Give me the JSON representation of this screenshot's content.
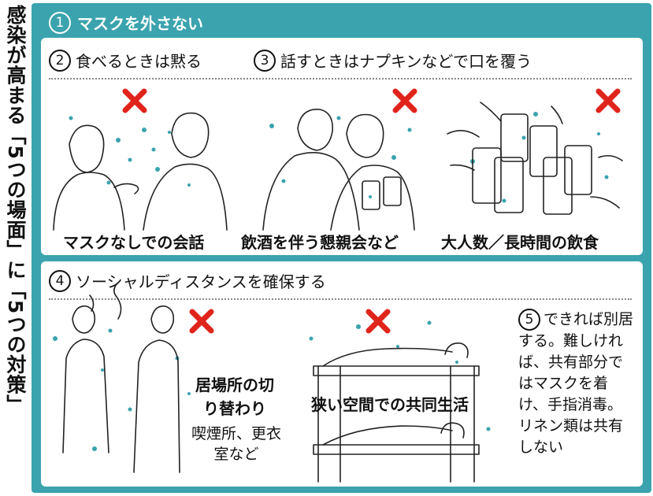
{
  "side_title": "感染が高まる「5つの場面」に「5つの対策」",
  "header": {
    "number": "1",
    "text": "マスクを外さない"
  },
  "items": {
    "eat": {
      "number": "2",
      "text": "食べるときは黙る"
    },
    "talk": {
      "number": "3",
      "text": "話すときはナプキンなどで口を覆う"
    },
    "distance": {
      "number": "4",
      "text": "ソーシャルディスタンスを確保する"
    },
    "cohabit": {
      "number": "5",
      "text": "できれば別居する。難しければ、共有部分ではマスクを着け、手指消毒。リネン類は共有しない"
    }
  },
  "scenes": {
    "talk_no_mask": "マスクなしでの会話",
    "drinking_party": "飲酒を伴う懇親会など",
    "large_group": "大人数／長時間の飲食",
    "switch_place_title": "居場所の切り替わり",
    "switch_place_examples": "喫煙所、更衣室など",
    "cramped_life": "狭い空間での共同生活"
  },
  "colors": {
    "frame": "#3aa3ae",
    "cross": "#e0241b",
    "dot": "#3aa3ae"
  },
  "icons": [
    "cross-mark-icon"
  ]
}
